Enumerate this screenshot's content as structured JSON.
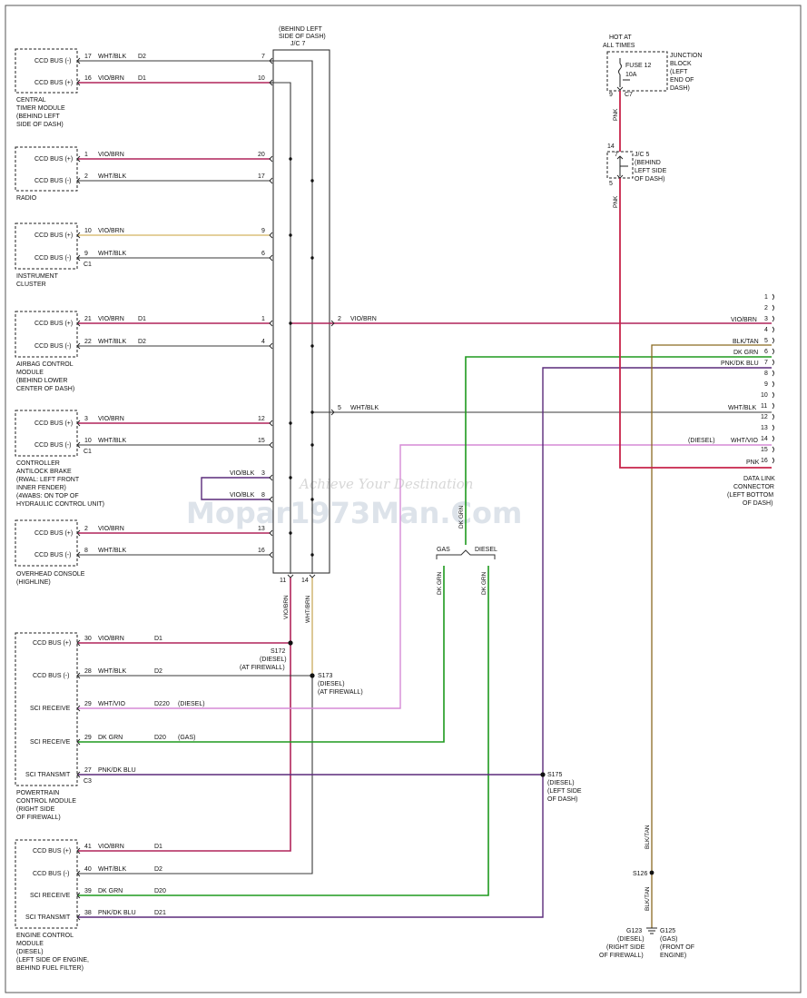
{
  "colors": {
    "vio_brn": "#b0245a",
    "vio_brn_alt": "#c8a038",
    "wht_blk": "#3a3a3a",
    "pnk": "#c8244a",
    "dk_grn": "#1e9a1e",
    "pnk_dk_blu": "#5a2a7a",
    "wht_vio": "#d68ad6",
    "blk_tan": "#8a6a22",
    "wht_brn": "#d8c080"
  },
  "watermark": {
    "line1": "Achieve Your Destination",
    "line2": "Mopar1973Man.Com"
  },
  "jc7": {
    "title_line1": "(BEHIND LEFT",
    "title_line2": "SIDE OF DASH)",
    "title_line3": "J/C 7",
    "bottom_pin_left": "11",
    "bottom_pin_right": "14",
    "right_pin_2": "2",
    "right_pin_5": "5",
    "out_vio_brn": "VIO/BRN",
    "out_wht_blk": "WHT/BLK",
    "jumper_pin_3": "3",
    "jumper_pin_8": "8",
    "jumper_wire": "VIO/BLK",
    "down_left_wire": "VIO/BRN",
    "down_right_wire": "WHT/BRN"
  },
  "modules": {
    "ctm": {
      "row1": "CCD BUS (-)",
      "row2": "CCD BUS (+)",
      "pin1": "17",
      "pin2": "16",
      "wire1": "WHT/BLK",
      "wire2": "VIO/BRN",
      "ckt1": "D2",
      "ckt2": "D1",
      "jc_pin1": "7",
      "jc_pin2": "10",
      "label": [
        "CENTRAL",
        "TIMER MODULE",
        "(BEHIND LEFT",
        "SIDE OF DASH)"
      ]
    },
    "radio": {
      "row1": "CCD BUS (+)",
      "row2": "CCD BUS (-)",
      "pin1": "1",
      "pin2": "2",
      "wire1": "VIO/BRN",
      "wire2": "WHT/BLK",
      "jc_pin1": "20",
      "jc_pin2": "17",
      "label": [
        "RADIO"
      ]
    },
    "cluster": {
      "row1": "CCD BUS (+)",
      "row2": "CCD BUS (-)",
      "pin1": "10",
      "pin2": "9",
      "wire1": "VIO/BRN",
      "wire2": "WHT/BLK",
      "jc_pin1": "9",
      "jc_pin2": "6",
      "conn": "C1",
      "label": [
        "INSTRUMENT",
        "CLUSTER"
      ]
    },
    "airbag": {
      "row1": "CCD BUS (+)",
      "row2": "CCD BUS (-)",
      "pin1": "21",
      "pin2": "22",
      "wire1": "VIO/BRN",
      "wire2": "WHT/BLK",
      "ckt1": "D1",
      "ckt2": "D2",
      "jc_pin1": "1",
      "jc_pin2": "4",
      "label": [
        "AIRBAG CONTROL",
        "MODULE",
        "(BEHIND LOWER",
        "CENTER OF DASH)"
      ]
    },
    "cab": {
      "row1": "CCD BUS (+)",
      "row2": "CCD BUS (-)",
      "pin1": "3",
      "pin2": "10",
      "wire1": "VIO/BRN",
      "wire2": "WHT/BLK",
      "jc_pin1": "12",
      "jc_pin2": "15",
      "conn": "C1",
      "label": [
        "CONTROLLER",
        "ANTILOCK BRAKE",
        "(RWAL: LEFT FRONT",
        "INNER FENDER)",
        "(4WABS: ON TOP OF",
        "HYDRAULIC CONTROL UNIT)"
      ]
    },
    "overhead": {
      "row1": "CCD BUS (+)",
      "row2": "CCD BUS (-)",
      "pin1": "2",
      "pin2": "8",
      "wire1": "VIO/BRN",
      "wire2": "WHT/BLK",
      "jc_pin1": "13",
      "jc_pin2": "16",
      "label": [
        "OVERHEAD CONSOLE",
        "(HIGHLINE)"
      ]
    },
    "pcm": {
      "rows": [
        "CCD BUS (+)",
        "CCD BUS (-)",
        "SCI RECEIVE",
        "SCI RECEIVE",
        "SCI TRANSMIT"
      ],
      "pins": [
        "30",
        "28",
        "29",
        "29",
        "27"
      ],
      "wires": [
        "VIO/BRN",
        "WHT/BLK",
        "WHT/VIO",
        "DK GRN",
        "PNK/DK BLU"
      ],
      "ckts": [
        "D1",
        "D2",
        "D220",
        "D20",
        ""
      ],
      "notes": [
        "",
        "",
        "(DIESEL)",
        "(GAS)",
        ""
      ],
      "conn": "C3",
      "label": [
        "POWERTRAIN",
        "CONTROL MODULE",
        "(RIGHT SIDE",
        "OF FIREWALL)"
      ]
    },
    "ecm": {
      "rows": [
        "CCD BUS (+)",
        "CCD BUS (-)",
        "SCI RECEIVE",
        "SCI TRANSMIT"
      ],
      "pins": [
        "41",
        "40",
        "39",
        "38"
      ],
      "wires": [
        "VIO/BRN",
        "WHT/BLK",
        "DK GRN",
        "PNK/DK BLU"
      ],
      "ckts": [
        "D1",
        "D2",
        "D20",
        "D21"
      ],
      "label": [
        "ENGINE CONTROL",
        "MODULE",
        "(DIESEL)",
        "(LEFT SIDE OF ENGINE,",
        "BEHIND FUEL FILTER)"
      ]
    }
  },
  "splices": {
    "s172": [
      "S172",
      "(DIESEL)",
      "(AT FIREWALL)"
    ],
    "s173": [
      "S173",
      "(DIESEL)",
      "(AT FIREWALL)"
    ],
    "s175": [
      "S175",
      "(DIESEL)",
      "(LEFT SIDE",
      "OF DASH)"
    ],
    "s126": "S126"
  },
  "grounds": {
    "g123": [
      "G123",
      "(DIESEL)",
      "(RIGHT SIDE",
      "OF FIREWALL)"
    ],
    "g125": [
      "G125",
      "(GAS)",
      "(FRONT OF",
      "ENGINE)"
    ]
  },
  "gas_diesel": {
    "gas": "GAS",
    "diesel": "DIESEL",
    "vert_gas": "DK GRN",
    "vert_diesel": "DK GRN",
    "vert_upper": "DK GRN"
  },
  "junction_block": {
    "hot_line1": "HOT AT",
    "hot_line2": "ALL TIMES",
    "fuse": "FUSE 12",
    "amps": "10A",
    "pin_top": "9",
    "conn": "C7",
    "label": [
      "JUNCTION",
      "BLOCK",
      "(LEFT",
      "END OF",
      "DASH)"
    ],
    "wire": "PNK"
  },
  "jc5": {
    "pin_top": "14",
    "pin_bottom": "5",
    "pin_side": "7",
    "label": [
      "J/C 5",
      "(BEHIND",
      "LEFT SIDE",
      "OF DASH)"
    ],
    "wire": "PNK"
  },
  "dlc": {
    "pins": [
      "1",
      "2",
      "3",
      "4",
      "5",
      "6",
      "7",
      "8",
      "9",
      "10",
      "11",
      "12",
      "13",
      "14",
      "15",
      "16"
    ],
    "wires": {
      "p3": "VIO/BRN",
      "p5": "BLK/TAN",
      "p6": "DK GRN",
      "p7": "PNK/DK BLU",
      "p11": "WHT/BLK",
      "p14": "WHT/VIO",
      "p14_note": "(DIESEL)",
      "p16": "PNK"
    },
    "label": [
      "DATA LINK",
      "CONNECTOR",
      "(LEFT BOTTOM",
      "OF DASH)"
    ],
    "vert_blk_tan": "BLK/TAN"
  }
}
